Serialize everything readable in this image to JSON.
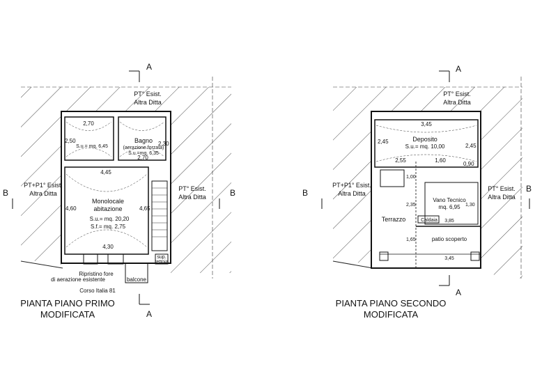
{
  "left": {
    "section_top": "A",
    "section_bottom": "A",
    "section_left": "B",
    "section_right": "B",
    "top_neighbor": [
      "PT° Esist.",
      "Altra Ditta"
    ],
    "left_neighbor": [
      "PT+P1° Esist.",
      "Altra Ditta"
    ],
    "right_neighbor": [
      "PT° Esist.",
      "Altra Ditta"
    ],
    "dims": {
      "top_w": "2,70",
      "left_h1": "2,50",
      "bagno_h": "2,30",
      "bagno_w": "2,70",
      "mid_w": "4,45",
      "left_h2": "4,60",
      "right_h2": "4,65",
      "bottom_w": "4,30"
    },
    "room1_area": "S.u.= mq. 6,45",
    "bagno_name": "Bagno",
    "bagno_note": "(aerazione forzata)",
    "bagno_area": "S.u.=mq. 6,35",
    "main_room": [
      "Monolocale",
      "abitazione"
    ],
    "main_su": "S.u.= mq. 20,20",
    "main_sf": "S.f.= mq. 2,75",
    "small_label": [
      "sup.",
      "tettoia"
    ],
    "note": [
      "Ripristino fore",
      "di aerazione esistente"
    ],
    "balcony": "balcone",
    "address": "Corso Italia 81",
    "title": [
      "PIANTA PIANO PRIMO",
      "MODIFICATA"
    ]
  },
  "right": {
    "section_top": "A",
    "section_bottom": "A",
    "section_left": "B",
    "section_right": "B",
    "top_neighbor": [
      "PT° Esist.",
      "Altra Ditta"
    ],
    "left_neighbor": [
      "PT+P1° Esist.",
      "Altra Ditta"
    ],
    "right_neighbor": [
      "PT° Esist.",
      "Altra Ditta"
    ],
    "dims": {
      "top_w": "3,45",
      "left_h": "2,45",
      "right_h": "2,45",
      "w1": "2,55",
      "w2": "1,60",
      "side": "0,90",
      "h100": "1,00",
      "h235": "2,35",
      "h130": "1,30",
      "w385": "3,85",
      "h165": "1,65",
      "bottom_w": "3,45"
    },
    "deposito": "Deposito",
    "deposito_area": "S.u.= mq. 10,00",
    "vano": "Vano Tecnico",
    "vano_area": "mq. 6,95",
    "caldaia": "Caldaia",
    "terrazzo": "Terrazzo",
    "patio": "patio scoperto",
    "title": [
      "PIANTA PIANO SECONDO",
      "MODIFICATA"
    ]
  }
}
